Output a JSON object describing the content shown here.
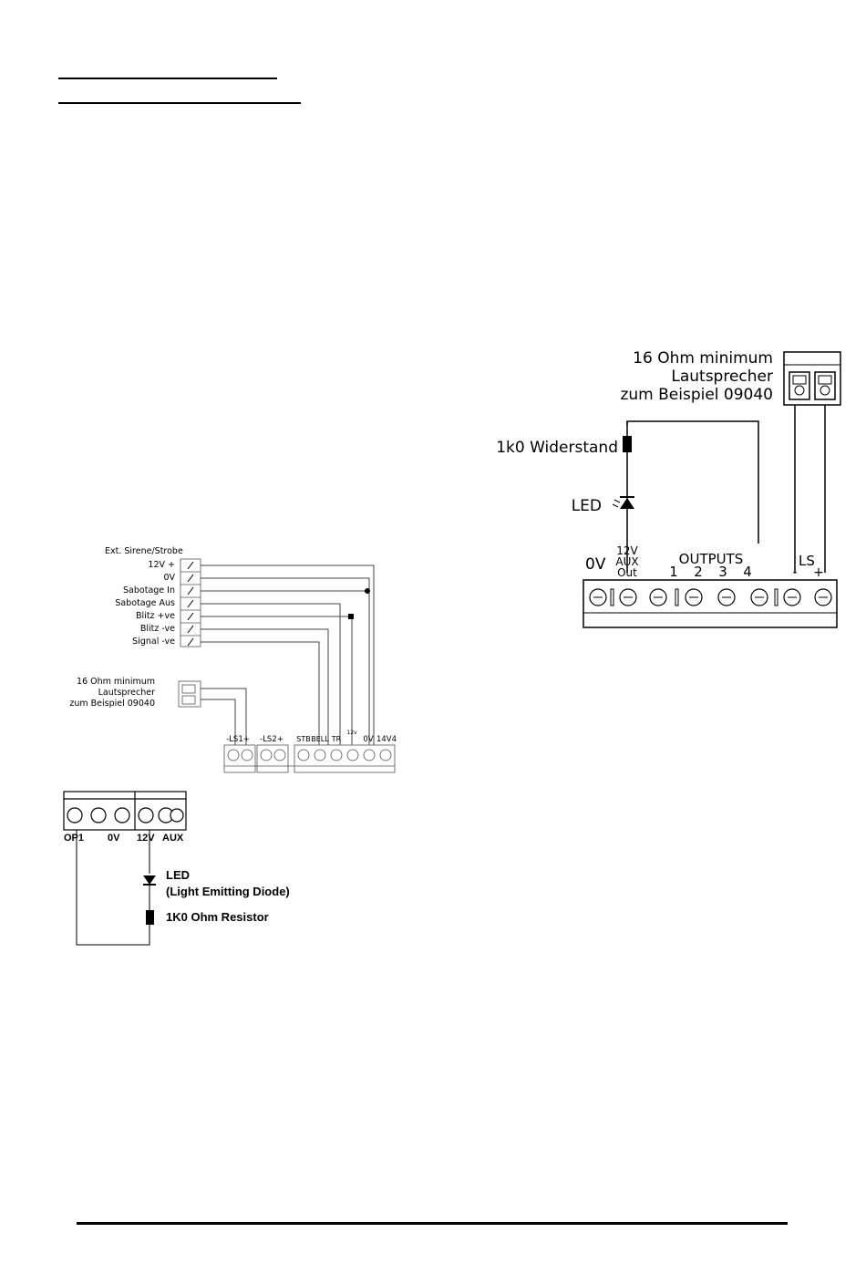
{
  "right_diagram": {
    "speaker_line1": "16 Ohm minimum",
    "speaker_line2": "Lautsprecher",
    "speaker_line3": "zum Beispiel 09040",
    "resistor_label": "1k0 Widerstand",
    "led_label": "LED",
    "zero_v": "0V",
    "aux_line1": "12V",
    "aux_line2": "AUX",
    "aux_line3": "Out",
    "outputs_label": "OUTPUTS",
    "output_numbers": [
      "1",
      "2",
      "3",
      "4"
    ],
    "ls_label": "LS",
    "ls_minus": "-",
    "ls_plus": "+"
  },
  "left_diagram": {
    "title": "Ext. Sirene/Strobe",
    "terminals": [
      "12V +",
      "0V",
      "Sabotage In",
      "Sabotage Aus",
      "Blitz +ve",
      "Blitz -ve",
      "Signal -ve"
    ],
    "speaker_line1": "16 Ohm minimum",
    "speaker_line2": "Lautsprecher",
    "speaker_line3": "zum Beispiel 09040",
    "board_labels": [
      "-LS1+",
      "-LS2+",
      "STB",
      "BELL",
      "TR",
      "0V",
      "14V4"
    ],
    "small_label": "12v"
  },
  "bottom_diagram": {
    "labels": [
      "OP1",
      "0V",
      "12V",
      "AUX"
    ],
    "led_line1": "LED",
    "led_line2": "(Light Emitting Diode)",
    "resistor_label": "1K0 Ohm Resistor"
  }
}
